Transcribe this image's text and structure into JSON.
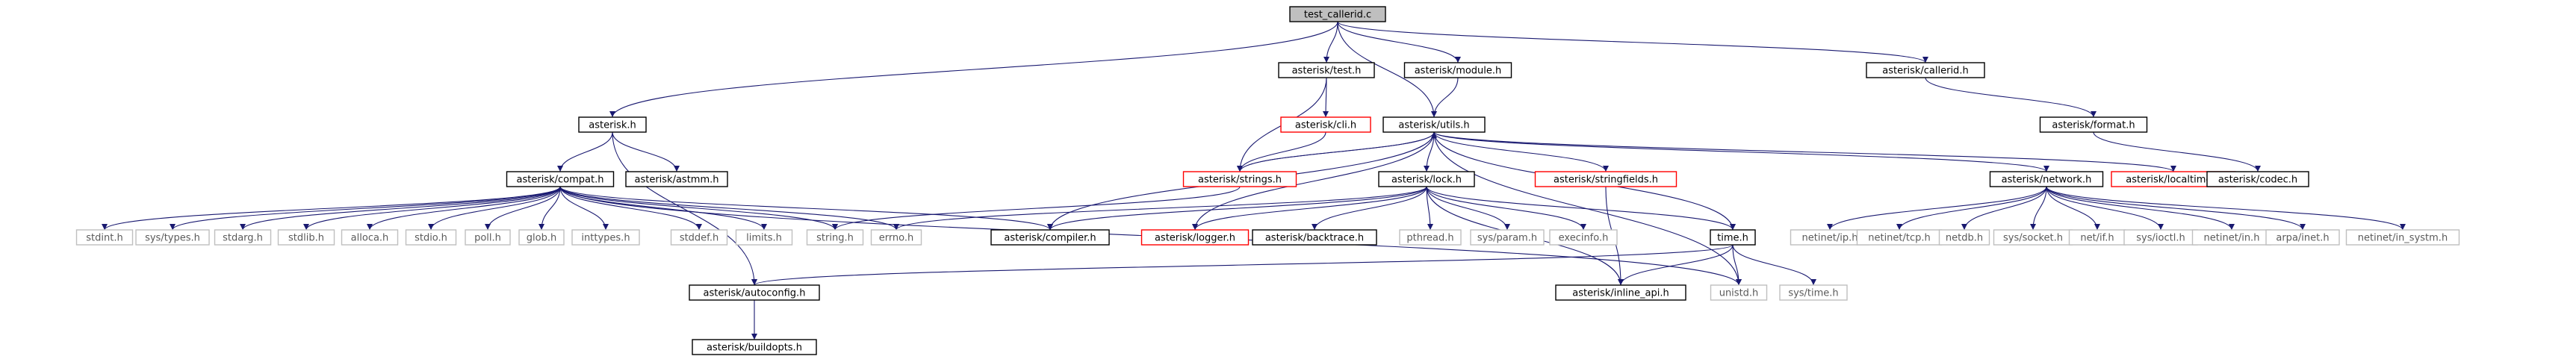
{
  "colors": {
    "edge": "#191970",
    "border_normal": "#000000",
    "border_incomplete": "#ff0000",
    "border_external": "#bfbfbf",
    "root_fill": "#bfbfbf",
    "text_normal": "#000000",
    "text_external": "#5a5a5a"
  },
  "nodes": {
    "test_callerid_c": {
      "label": "test_callerid.c",
      "kind": "root"
    },
    "asterisk_h": {
      "label": "asterisk.h",
      "kind": "normal"
    },
    "asterisk_test_h": {
      "label": "asterisk/test.h",
      "kind": "normal"
    },
    "asterisk_module_h": {
      "label": "asterisk/module.h",
      "kind": "normal"
    },
    "asterisk_callerid_h": {
      "label": "asterisk/callerid.h",
      "kind": "normal"
    },
    "asterisk_cli_h": {
      "label": "asterisk/cli.h",
      "kind": "incomplete"
    },
    "asterisk_utils_h": {
      "label": "asterisk/utils.h",
      "kind": "normal"
    },
    "asterisk_format_h": {
      "label": "asterisk/format.h",
      "kind": "normal"
    },
    "asterisk_compat_h": {
      "label": "asterisk/compat.h",
      "kind": "normal"
    },
    "asterisk_astmm_h": {
      "label": "asterisk/astmm.h",
      "kind": "normal"
    },
    "asterisk_strings_h": {
      "label": "asterisk/strings.h",
      "kind": "incomplete"
    },
    "asterisk_lock_h": {
      "label": "asterisk/lock.h",
      "kind": "normal"
    },
    "asterisk_stringfields_h": {
      "label": "asterisk/stringfields.h",
      "kind": "incomplete"
    },
    "asterisk_network_h": {
      "label": "asterisk/network.h",
      "kind": "normal"
    },
    "asterisk_localtime_h": {
      "label": "asterisk/localtime.h",
      "kind": "incomplete"
    },
    "asterisk_codec_h": {
      "label": "asterisk/codec.h",
      "kind": "normal"
    },
    "stdint_h": {
      "label": "stdint.h",
      "kind": "external"
    },
    "sys_types_h": {
      "label": "sys/types.h",
      "kind": "external"
    },
    "stdarg_h": {
      "label": "stdarg.h",
      "kind": "external"
    },
    "stdlib_h": {
      "label": "stdlib.h",
      "kind": "external"
    },
    "alloca_h": {
      "label": "alloca.h",
      "kind": "external"
    },
    "stdio_h": {
      "label": "stdio.h",
      "kind": "external"
    },
    "poll_h": {
      "label": "poll.h",
      "kind": "external"
    },
    "glob_h": {
      "label": "glob.h",
      "kind": "external"
    },
    "inttypes_h": {
      "label": "inttypes.h",
      "kind": "external"
    },
    "stddef_h": {
      "label": "stddef.h",
      "kind": "external"
    },
    "limits_h": {
      "label": "limits.h",
      "kind": "external"
    },
    "string_h": {
      "label": "string.h",
      "kind": "external"
    },
    "errno_h": {
      "label": "errno.h",
      "kind": "external"
    },
    "asterisk_compiler_h": {
      "label": "asterisk/compiler.h",
      "kind": "normal"
    },
    "asterisk_logger_h": {
      "label": "asterisk/logger.h",
      "kind": "incomplete"
    },
    "asterisk_backtrace_h": {
      "label": "asterisk/backtrace.h",
      "kind": "normal"
    },
    "pthread_h": {
      "label": "pthread.h",
      "kind": "external"
    },
    "sys_param_h": {
      "label": "sys/param.h",
      "kind": "external"
    },
    "execinfo_h": {
      "label": "execinfo.h",
      "kind": "external"
    },
    "time_h": {
      "label": "time.h",
      "kind": "normal"
    },
    "netinet_ip_h": {
      "label": "netinet/ip.h",
      "kind": "external"
    },
    "netinet_tcp_h": {
      "label": "netinet/tcp.h",
      "kind": "external"
    },
    "netdb_h": {
      "label": "netdb.h",
      "kind": "external"
    },
    "sys_socket_h": {
      "label": "sys/socket.h",
      "kind": "external"
    },
    "net_if_h": {
      "label": "net/if.h",
      "kind": "external"
    },
    "sys_ioctl_h": {
      "label": "sys/ioctl.h",
      "kind": "external"
    },
    "netinet_in_h": {
      "label": "netinet/in.h",
      "kind": "external"
    },
    "arpa_inet_h": {
      "label": "arpa/inet.h",
      "kind": "external"
    },
    "netinet_in_systm_h": {
      "label": "netinet/in_systm.h",
      "kind": "external"
    },
    "unistd_h": {
      "label": "unistd.h",
      "kind": "external"
    },
    "sys_time_h": {
      "label": "sys/time.h",
      "kind": "external"
    },
    "asterisk_autoconfig_h": {
      "label": "asterisk/autoconfig.h",
      "kind": "normal"
    },
    "asterisk_inline_api_h": {
      "label": "asterisk/inline_api.h",
      "kind": "normal"
    },
    "asterisk_buildopts_h": {
      "label": "asterisk/buildopts.h",
      "kind": "normal"
    }
  },
  "edges": [
    [
      "test_callerid_c",
      "asterisk_h"
    ],
    [
      "test_callerid_c",
      "asterisk_test_h"
    ],
    [
      "test_callerid_c",
      "asterisk_module_h"
    ],
    [
      "test_callerid_c",
      "asterisk_utils_h"
    ],
    [
      "test_callerid_c",
      "asterisk_callerid_h"
    ],
    [
      "asterisk_h",
      "asterisk_compat_h"
    ],
    [
      "asterisk_h",
      "asterisk_astmm_h"
    ],
    [
      "asterisk_h",
      "asterisk_autoconfig_h"
    ],
    [
      "asterisk_test_h",
      "asterisk_cli_h"
    ],
    [
      "asterisk_test_h",
      "asterisk_strings_h"
    ],
    [
      "asterisk_cli_h",
      "asterisk_strings_h"
    ],
    [
      "asterisk_module_h",
      "asterisk_utils_h"
    ],
    [
      "asterisk_callerid_h",
      "asterisk_format_h"
    ],
    [
      "asterisk_format_h",
      "asterisk_codec_h"
    ],
    [
      "asterisk_compat_h",
      "stdint_h"
    ],
    [
      "asterisk_compat_h",
      "sys_types_h"
    ],
    [
      "asterisk_compat_h",
      "stdarg_h"
    ],
    [
      "asterisk_compat_h",
      "stdlib_h"
    ],
    [
      "asterisk_compat_h",
      "alloca_h"
    ],
    [
      "asterisk_compat_h",
      "stdio_h"
    ],
    [
      "asterisk_compat_h",
      "poll_h"
    ],
    [
      "asterisk_compat_h",
      "glob_h"
    ],
    [
      "asterisk_compat_h",
      "inttypes_h"
    ],
    [
      "asterisk_compat_h",
      "stddef_h"
    ],
    [
      "asterisk_compat_h",
      "limits_h"
    ],
    [
      "asterisk_compat_h",
      "string_h"
    ],
    [
      "asterisk_compat_h",
      "errno_h"
    ],
    [
      "asterisk_compat_h",
      "asterisk_compiler_h"
    ],
    [
      "asterisk_compat_h",
      "unistd_h"
    ],
    [
      "asterisk_utils_h",
      "asterisk_strings_h"
    ],
    [
      "asterisk_utils_h",
      "asterisk_lock_h"
    ],
    [
      "asterisk_utils_h",
      "asterisk_stringfields_h"
    ],
    [
      "asterisk_utils_h",
      "asterisk_network_h"
    ],
    [
      "asterisk_utils_h",
      "asterisk_localtime_h"
    ],
    [
      "asterisk_utils_h",
      "time_h"
    ],
    [
      "asterisk_utils_h",
      "unistd_h"
    ],
    [
      "asterisk_utils_h",
      "asterisk_logger_h"
    ],
    [
      "asterisk_utils_h",
      "asterisk_compiler_h"
    ],
    [
      "asterisk_strings_h",
      "asterisk_utils_h"
    ],
    [
      "asterisk_strings_h",
      "string_h"
    ],
    [
      "asterisk_lock_h",
      "pthread_h"
    ],
    [
      "asterisk_lock_h",
      "sys_param_h"
    ],
    [
      "asterisk_lock_h",
      "execinfo_h"
    ],
    [
      "asterisk_lock_h",
      "time_h"
    ],
    [
      "asterisk_lock_h",
      "asterisk_logger_h"
    ],
    [
      "asterisk_lock_h",
      "asterisk_backtrace_h"
    ],
    [
      "asterisk_lock_h",
      "asterisk_compiler_h"
    ],
    [
      "asterisk_lock_h",
      "errno_h"
    ],
    [
      "asterisk_lock_h",
      "asterisk_inline_api_h"
    ],
    [
      "asterisk_stringfields_h",
      "asterisk_inline_api_h"
    ],
    [
      "asterisk_network_h",
      "netinet_ip_h"
    ],
    [
      "asterisk_network_h",
      "netinet_tcp_h"
    ],
    [
      "asterisk_network_h",
      "netdb_h"
    ],
    [
      "asterisk_network_h",
      "sys_socket_h"
    ],
    [
      "asterisk_network_h",
      "net_if_h"
    ],
    [
      "asterisk_network_h",
      "sys_ioctl_h"
    ],
    [
      "asterisk_network_h",
      "netinet_in_h"
    ],
    [
      "asterisk_network_h",
      "arpa_inet_h"
    ],
    [
      "asterisk_network_h",
      "netinet_in_systm_h"
    ],
    [
      "time_h",
      "asterisk_autoconfig_h"
    ],
    [
      "time_h",
      "sys_time_h"
    ],
    [
      "time_h",
      "unistd_h"
    ],
    [
      "time_h",
      "asterisk_inline_api_h"
    ],
    [
      "asterisk_autoconfig_h",
      "asterisk_buildopts_h"
    ]
  ]
}
